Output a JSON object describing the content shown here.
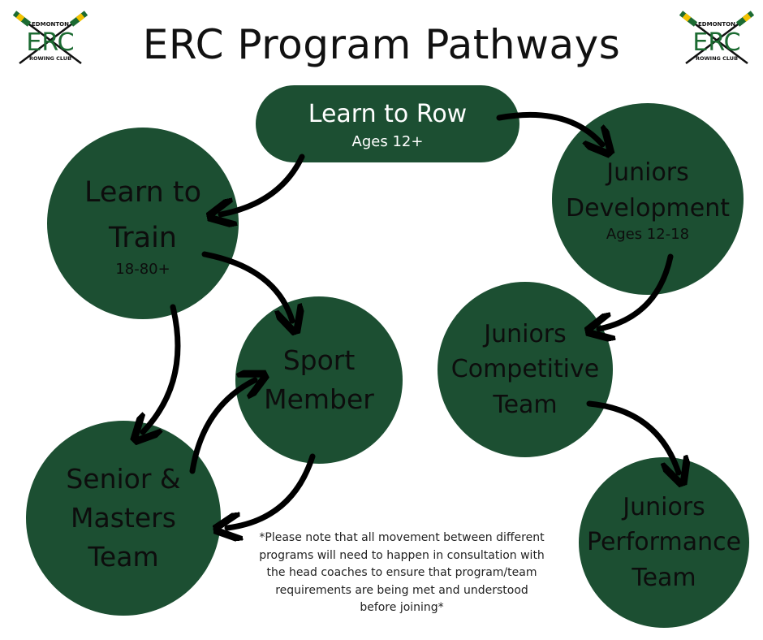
{
  "title": "ERC Program Pathways",
  "logo": {
    "top_text": "EDMONTON",
    "letters": "ERC",
    "bottom_text": "ROWING CLUB"
  },
  "nodes": {
    "learn_to_row": {
      "label": "Learn to Row",
      "sub": "Ages 12+"
    },
    "learn_to_train": {
      "label": "Learn to Train",
      "sub": "18-80+"
    },
    "juniors_development": {
      "label": "Juniors Development",
      "sub": "Ages 12-18"
    },
    "sport_member": {
      "label": "Sport Member"
    },
    "juniors_competitive": {
      "label": "Juniors Competitive Team"
    },
    "senior_masters": {
      "label": "Senior & Masters Team"
    },
    "juniors_performance": {
      "label": "Juniors Performance Team"
    }
  },
  "note": "*Please note that all movement between different programs will need to happen in consultation with the head coaches to ensure that program/team requirements are being met and understood before joining*",
  "colors": {
    "node": "#1c4f32",
    "arrow": "#000000",
    "accent": "#f2c200"
  }
}
